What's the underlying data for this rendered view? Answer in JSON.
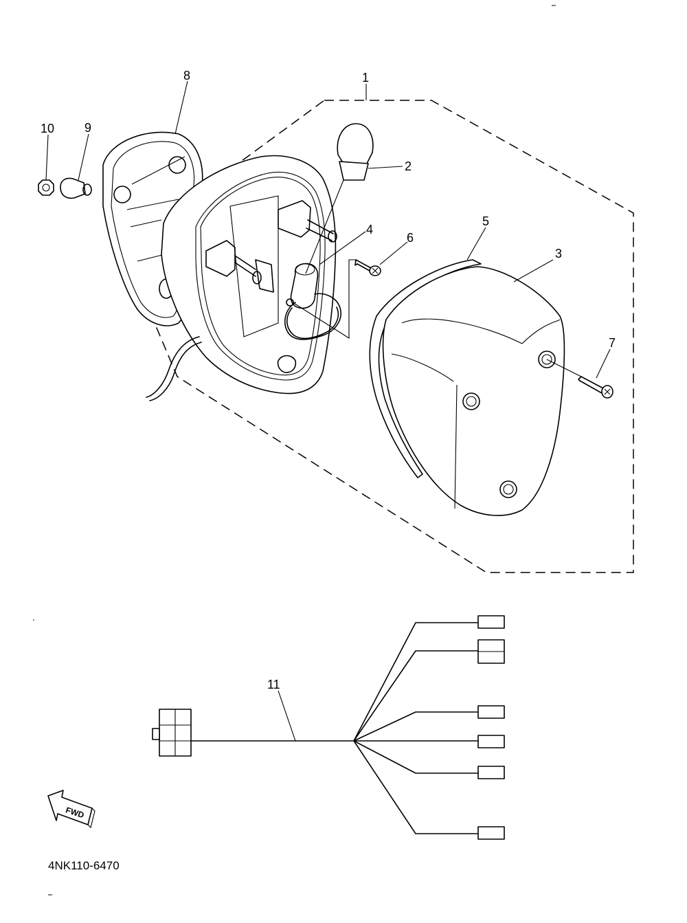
{
  "diagram": {
    "drawing_code": "4NK110-6470",
    "direction_label": "FWD",
    "callouts": {
      "p1": "1",
      "p2": "2",
      "p3": "3",
      "p4": "4",
      "p5": "5",
      "p6": "6",
      "p7": "7",
      "p8": "8",
      "p9": "9",
      "p10": "10",
      "p11": "11"
    }
  }
}
